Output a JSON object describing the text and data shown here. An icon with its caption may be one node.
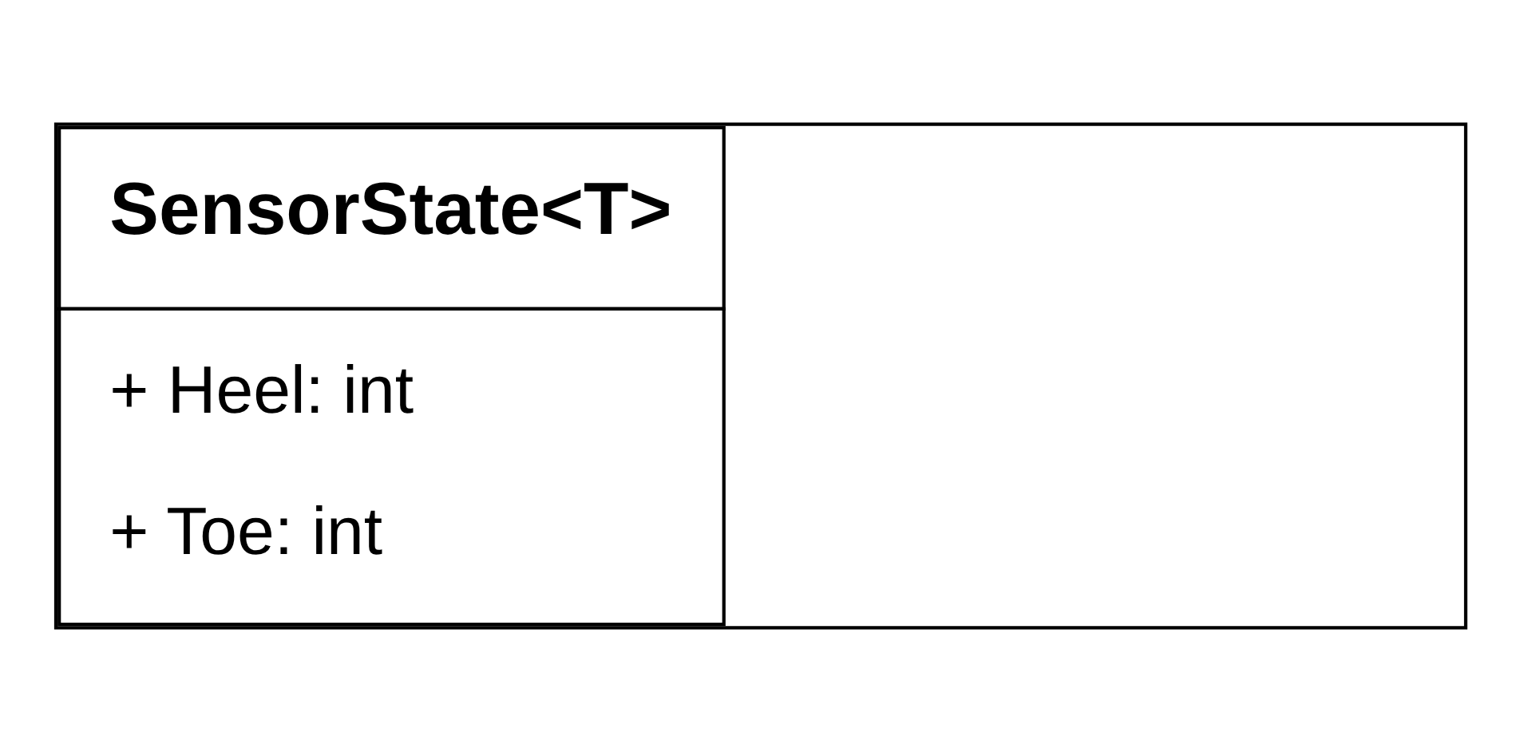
{
  "diagram": {
    "nodes": [
      {
        "text": [
          "SensorState<T>",
          "+ Heel: int",
          "+ Toe: int"
        ]
      }
    ]
  }
}
